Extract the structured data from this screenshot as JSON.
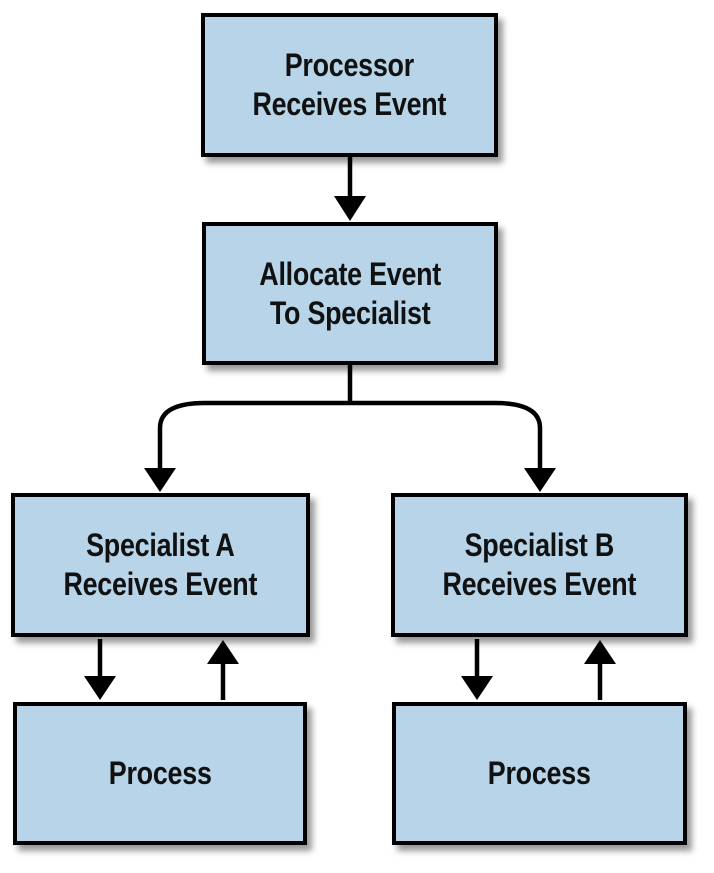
{
  "diagram": {
    "type": "flowchart",
    "colors": {
      "background": "#ffffff",
      "box_fill": "#b7d4e9",
      "box_border": "#000000",
      "connector": "#000000",
      "text": "#111111"
    },
    "nodes": {
      "processor": {
        "lines": [
          "Processor",
          "Receives Event"
        ]
      },
      "allocate": {
        "lines": [
          "Allocate Event",
          "To Specialist"
        ]
      },
      "specialist_a": {
        "lines": [
          "Specialist A",
          "Receives Event"
        ]
      },
      "specialist_b": {
        "lines": [
          "Specialist B",
          "Receives Event"
        ]
      },
      "process_a": {
        "lines": [
          "Process"
        ]
      },
      "process_b": {
        "lines": [
          "Process"
        ]
      }
    },
    "edges": [
      {
        "from": "processor",
        "to": "allocate",
        "type": "arrow"
      },
      {
        "from": "allocate",
        "to": "specialist_a",
        "type": "arrow"
      },
      {
        "from": "allocate",
        "to": "specialist_b",
        "type": "arrow"
      },
      {
        "from": "specialist_a",
        "to": "process_a",
        "type": "arrow"
      },
      {
        "from": "process_a",
        "to": "specialist_a",
        "type": "arrow"
      },
      {
        "from": "specialist_b",
        "to": "process_b",
        "type": "arrow"
      },
      {
        "from": "process_b",
        "to": "specialist_b",
        "type": "arrow"
      }
    ]
  }
}
